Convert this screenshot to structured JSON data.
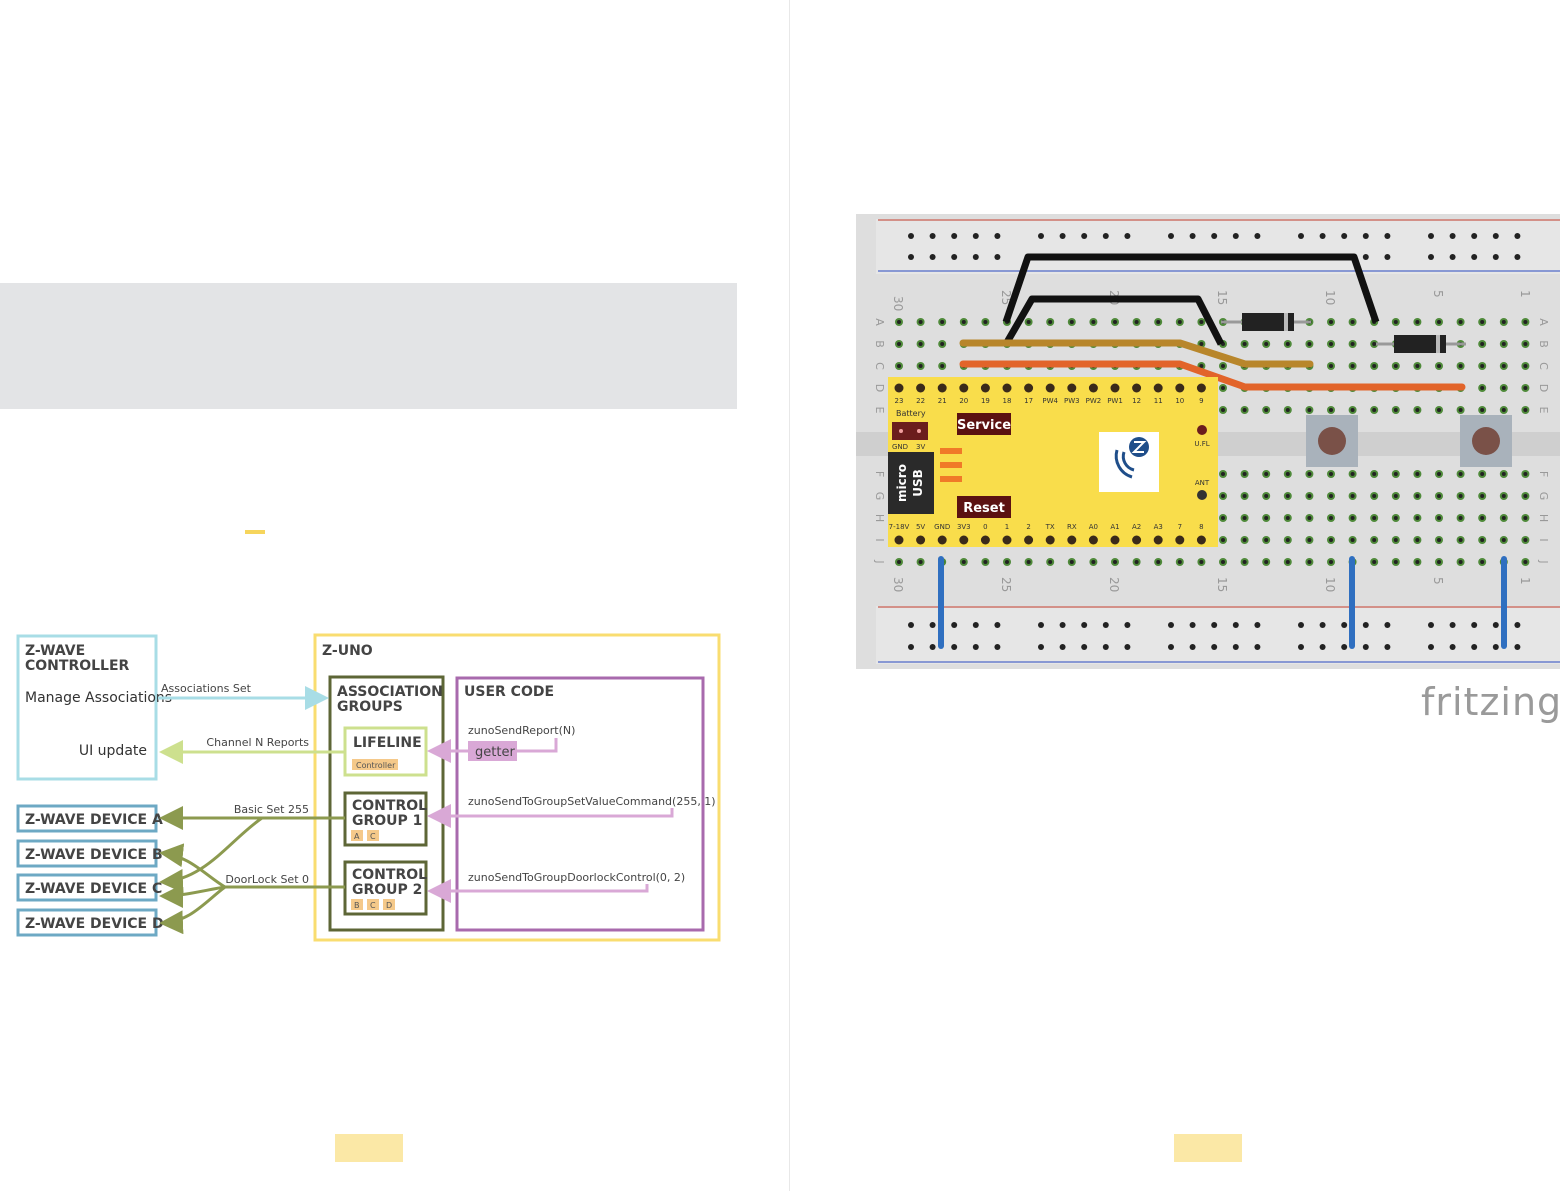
{
  "left_page": {
    "controller": {
      "title_line1": "Z-WAVE",
      "title_line2": "CONTROLLER",
      "manage": "Manage Associations",
      "ui_update": "UI update"
    },
    "zuno": {
      "title": "Z-UNO"
    },
    "assoc_groups": {
      "title_line1": "ASSOCIATION",
      "title_line2": "GROUPS"
    },
    "lifeline": {
      "title": "LIFELINE",
      "tag": "Controller"
    },
    "control_group_1": {
      "title_line1": "CONTROL",
      "title_line2": "GROUP 1",
      "tags": [
        "A",
        "C"
      ]
    },
    "control_group_2": {
      "title_line1": "CONTROL",
      "title_line2": "GROUP 2",
      "tags": [
        "B",
        "C",
        "D"
      ]
    },
    "user_code": {
      "title": "USER CODE",
      "send_report": "zunoSendReport(N)",
      "getter": "getter",
      "set_value": "zunoSendToGroupSetValueCommand(255, 1)",
      "doorlock": "zunoSendToGroupDoorlockControl(0, 2)"
    },
    "arrows": {
      "assoc_set": "Associations Set",
      "channel_reports": "Channel N Reports",
      "basic_set": "Basic Set 255",
      "doorlock_set": "DoorLock Set 0"
    },
    "devices": [
      "Z-WAVE DEVICE A",
      "Z-WAVE DEVICE B",
      "Z-WAVE DEVICE C",
      "Z-WAVE DEVICE D"
    ],
    "colors": {
      "controller": "#a8dde6",
      "zuno": "#f9dd70",
      "assoc": "#5d6636",
      "user_code": "#a86aad",
      "lifeline": "#cde08e",
      "device": "#6da9c4",
      "olive": "#8c9a4f",
      "pink": "#d9a8d6",
      "tag": "#f5c98a"
    }
  },
  "right_page": {
    "breadboard": {
      "row_letters_left": [
        "A",
        "B",
        "C",
        "D",
        "E",
        "F",
        "G",
        "H",
        "I",
        "J"
      ],
      "col_numbers": [
        "30",
        "25",
        "20",
        "15",
        "10",
        "5",
        "1"
      ],
      "top_pins": [
        "23",
        "22",
        "21",
        "20",
        "19",
        "18",
        "17",
        "PW4",
        "PW3",
        "PW2",
        "PW1",
        "12",
        "11",
        "10",
        "9"
      ],
      "bottom_pins": [
        "7-18V",
        "5V",
        "GND",
        "3V3",
        "0",
        "1",
        "2",
        "TX",
        "RX",
        "A0",
        "A1",
        "A2",
        "A3",
        "7",
        "8"
      ],
      "battery": "Battery",
      "battery_pins": [
        "GND",
        "3V"
      ],
      "micro": "micro",
      "usb": "USB",
      "service": "Service",
      "reset": "Reset",
      "ufl": "U.FL",
      "ant": "ANT"
    },
    "logo": "fritzing"
  }
}
